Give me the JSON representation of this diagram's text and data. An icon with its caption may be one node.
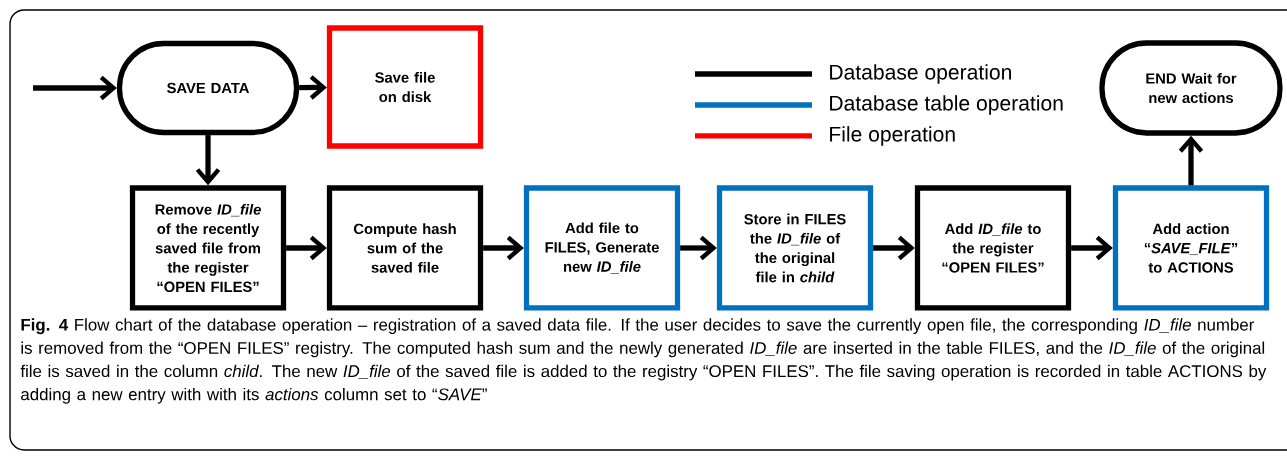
{
  "diagram": {
    "caption": "**Fig. 4** Flow chart of the database operation – registration of a saved data file. If the user decides to save the currently open file, the corresponding *ID_file* number is removed from the “OPEN FILES” registry. The computed hash sum and the newly generated *ID_file* are inserted in the table FILES, and the *ID_file* of the original file is saved in the column *child*. The new *ID_file* of the saved file is added to the registry “OPEN FILES”. The file saving operation is recorded in table ACTIONS by adding a new entry with with its *actions* column set to “*SAVE*”",
    "nodes": [
      {
        "text": [
          "SAVE DATA"
        ]
      },
      {
        "text": [
          "Save file on disk"
        ]
      },
      {
        "text": [
          "Remove *ID_file* of the recently saved file from the register “OPEN FILES”"
        ]
      },
      {
        "text": [
          "Compute hash sum of the saved file"
        ]
      },
      {
        "text": [
          "Add file to FILES, Generate new *ID_file*"
        ]
      },
      {
        "text": [
          "Store in FILES the *ID_file* of the original file in *child*"
        ]
      },
      {
        "text": [
          "Add *ID_file* to the register “OPEN FILES”"
        ]
      },
      {
        "text": [
          "Add action “*SAVE_FILE*” to ACTIONS"
        ]
      },
      {
        "text": [
          "END Wait for new actions"
        ]
      }
    ],
    "edges": [
      {
        "from": null,
        "to": 0,
        "arrow": "to"
      },
      {
        "from": 0,
        "to": 1,
        "arrow": "to"
      },
      {
        "from": 0,
        "to": 2,
        "arrow": "to"
      },
      {
        "from": 2,
        "to": 3,
        "arrow": "to"
      },
      {
        "from": 3,
        "to": 4,
        "arrow": "to"
      },
      {
        "from": 4,
        "to": 5,
        "arrow": "to"
      },
      {
        "from": 5,
        "to": 6,
        "arrow": "to"
      },
      {
        "from": 6,
        "to": 7,
        "arrow": "to"
      },
      {
        "from": 7,
        "to": 8,
        "arrow": "to"
      }
    ],
    "legend": [
      {
        "text": "Database operation"
      },
      {
        "text": "Database table operation"
      },
      {
        "text": "File operation"
      }
    ]
  }
}
